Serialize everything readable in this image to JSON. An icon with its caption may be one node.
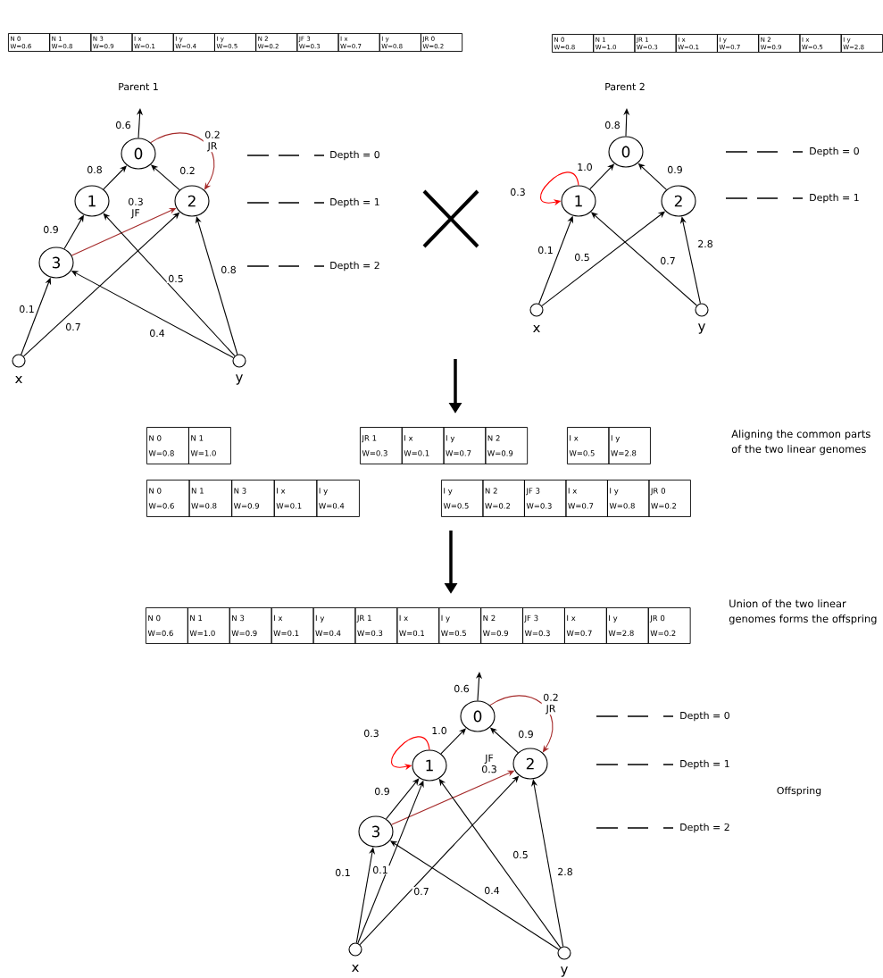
{
  "diagram": {
    "nodes": [
      {
        "text": [
          "N 0",
          "W=0.6"
        ]
      },
      {
        "text": [
          "N 1",
          "W=0.8"
        ]
      },
      {
        "text": [
          "N 3",
          "W=0.9"
        ]
      },
      {
        "text": [
          "I x",
          "W=0.1"
        ]
      },
      {
        "text": [
          "I y",
          "W=0.4"
        ]
      },
      {
        "text": [
          "I y",
          "W=0.5"
        ]
      },
      {
        "text": [
          "N 2",
          "W=0.2"
        ]
      },
      {
        "text": [
          "JF 3",
          "W=0.3"
        ]
      },
      {
        "text": [
          "I x",
          "W=0.7"
        ]
      },
      {
        "text": [
          "I y",
          "W=0.8"
        ]
      },
      {
        "text": [
          "JR 0",
          "W=0.2"
        ]
      },
      {
        "text": [
          "N 0",
          "W=0.8"
        ]
      },
      {
        "text": [
          "N 1",
          "W=1.0"
        ]
      },
      {
        "text": [
          "JR 1",
          "W=0.3"
        ]
      },
      {
        "text": [
          "I x",
          "W=0.1"
        ]
      },
      {
        "text": [
          "I y",
          "W=0.7"
        ]
      },
      {
        "text": [
          "N 2",
          "W=0.9"
        ]
      },
      {
        "text": [
          "I x",
          "W=0.5"
        ]
      },
      {
        "text": [
          "I y",
          "W=2.8"
        ]
      },
      {
        "text": [
          "0"
        ]
      },
      {
        "text": [
          "1"
        ]
      },
      {
        "text": [
          "2"
        ]
      },
      {
        "text": [
          "3"
        ]
      },
      {
        "text": [
          "x"
        ]
      },
      {
        "text": [
          "y"
        ]
      },
      {
        "text": [
          "0"
        ]
      },
      {
        "text": [
          "1"
        ]
      },
      {
        "text": [
          "2"
        ]
      },
      {
        "text": [
          "x"
        ]
      },
      {
        "text": [
          "y"
        ]
      },
      {
        "text": [
          "N 0",
          "W=0.8"
        ]
      },
      {
        "text": [
          "N 1",
          "W=1.0"
        ]
      },
      {
        "text": [
          "JR 1",
          "W=0.3"
        ]
      },
      {
        "text": [
          "I x",
          "W=0.1"
        ]
      },
      {
        "text": [
          "I y",
          "W=0.7"
        ]
      },
      {
        "text": [
          "N 2",
          "W=0.9"
        ]
      },
      {
        "text": [
          "I x",
          "W=0.5"
        ]
      },
      {
        "text": [
          "I y",
          "W=2.8"
        ]
      },
      {
        "text": [
          "N 0",
          "W=0.6"
        ]
      },
      {
        "text": [
          "N 1",
          "W=0.8"
        ]
      },
      {
        "text": [
          "N 3",
          "W=0.9"
        ]
      },
      {
        "text": [
          "I x",
          "W=0.1"
        ]
      },
      {
        "text": [
          "I y",
          "W=0.4"
        ]
      },
      {
        "text": [
          "I y",
          "W=0.5"
        ]
      },
      {
        "text": [
          "N 2",
          "W=0.2"
        ]
      },
      {
        "text": [
          "JF 3",
          "W=0.3"
        ]
      },
      {
        "text": [
          "I x",
          "W=0.7"
        ]
      },
      {
        "text": [
          "I y",
          "W=0.8"
        ]
      },
      {
        "text": [
          "JR 0",
          "W=0.2"
        ]
      },
      {
        "text": [
          "N 0",
          "W=0.6"
        ]
      },
      {
        "text": [
          "N 1",
          "W=1.0"
        ]
      },
      {
        "text": [
          "N 3",
          "W=0.9"
        ]
      },
      {
        "text": [
          "I x",
          "W=0.1"
        ]
      },
      {
        "text": [
          "I y",
          "W=0.4"
        ]
      },
      {
        "text": [
          "JR 1",
          "W=0.3"
        ]
      },
      {
        "text": [
          "I x",
          "W=0.1"
        ]
      },
      {
        "text": [
          "I y",
          "W=0.5"
        ]
      },
      {
        "text": [
          "N 2",
          "W=0.9"
        ]
      },
      {
        "text": [
          "JF 3",
          "W=0.3"
        ]
      },
      {
        "text": [
          "I x",
          "W=0.7"
        ]
      },
      {
        "text": [
          "I y",
          "W=2.8"
        ]
      },
      {
        "text": [
          "JR 0",
          "W=0.2"
        ]
      },
      {
        "text": [
          "0"
        ]
      },
      {
        "text": [
          "1"
        ]
      },
      {
        "text": [
          "2"
        ]
      },
      {
        "text": [
          "3"
        ]
      },
      {
        "text": [
          "x"
        ]
      },
      {
        "text": [
          "y"
        ]
      }
    ],
    "edges": [
      {
        "from": 19,
        "to": null,
        "arrow": "to",
        "label": "0.6"
      },
      {
        "from": 20,
        "to": 19,
        "arrow": "to",
        "label": "0.8"
      },
      {
        "from": 21,
        "to": 19,
        "arrow": "to",
        "label": "0.2"
      },
      {
        "from": 19,
        "to": 21,
        "arrow": "to",
        "label": "0.2 JR",
        "color": "#a52a2a"
      },
      {
        "from": 22,
        "to": 21,
        "arrow": "to",
        "label": "0.3 JF",
        "color": "#a52a2a"
      },
      {
        "from": 22,
        "to": 20,
        "arrow": "to",
        "label": "0.9"
      },
      {
        "from": 23,
        "to": 22,
        "arrow": "to",
        "label": "0.1"
      },
      {
        "from": 23,
        "to": 21,
        "arrow": "to",
        "label": "0.7"
      },
      {
        "from": 24,
        "to": 22,
        "arrow": "to",
        "label": "0.4"
      },
      {
        "from": 24,
        "to": 20,
        "arrow": "to",
        "label": "0.5"
      },
      {
        "from": 24,
        "to": 21,
        "arrow": "to",
        "label": "0.8"
      },
      {
        "from": 25,
        "to": null,
        "arrow": "to",
        "label": "0.8"
      },
      {
        "from": 26,
        "to": 25,
        "arrow": "to",
        "label": "1.0"
      },
      {
        "from": 27,
        "to": 25,
        "arrow": "to",
        "label": "0.9"
      },
      {
        "from": 26,
        "to": 26,
        "arrow": "to",
        "label": "0.3",
        "color": "#ff0000"
      },
      {
        "from": 28,
        "to": 26,
        "arrow": "to",
        "label": "0.1"
      },
      {
        "from": 28,
        "to": 27,
        "arrow": "to",
        "label": "0.5"
      },
      {
        "from": 29,
        "to": 26,
        "arrow": "to",
        "label": "0.7"
      },
      {
        "from": 29,
        "to": 27,
        "arrow": "to",
        "label": "2.8"
      },
      {
        "from": 62,
        "to": null,
        "arrow": "to",
        "label": "0.6"
      },
      {
        "from": 63,
        "to": 62,
        "arrow": "to",
        "label": "1.0"
      },
      {
        "from": 64,
        "to": 62,
        "arrow": "to",
        "label": "0.9"
      },
      {
        "from": 62,
        "to": 64,
        "arrow": "to",
        "label": "0.2 JR",
        "color": "#a52a2a"
      },
      {
        "from": 63,
        "to": 63,
        "arrow": "to",
        "label": "0.3",
        "color": "#ff0000"
      },
      {
        "from": 65,
        "to": 64,
        "arrow": "to",
        "label": "JF 0.3",
        "color": "#a52a2a"
      },
      {
        "from": 65,
        "to": 63,
        "arrow": "to",
        "label": "0.9"
      },
      {
        "from": 66,
        "to": 65,
        "arrow": "to",
        "label": "0.1"
      },
      {
        "from": 66,
        "to": 63,
        "arrow": "to",
        "label": "0.1"
      },
      {
        "from": 66,
        "to": 64,
        "arrow": "to",
        "label": "0.7"
      },
      {
        "from": 67,
        "to": 65,
        "arrow": "to",
        "label": "0.4"
      },
      {
        "from": 67,
        "to": 63,
        "arrow": "to",
        "label": "0.5"
      },
      {
        "from": 67,
        "to": 64,
        "arrow": "to",
        "label": "2.8"
      }
    ],
    "labels": [
      "Parent 1",
      "Parent 2",
      "Depth = 0",
      "Depth = 0",
      "Depth = 1",
      "Depth = 1",
      "Depth = 2",
      "Aligning the common parts of the two linear genomes",
      "Union of the two linear genomes forms the offspring",
      "Depth = 0",
      "Depth = 1",
      "Offspring",
      "Depth = 2"
    ]
  }
}
